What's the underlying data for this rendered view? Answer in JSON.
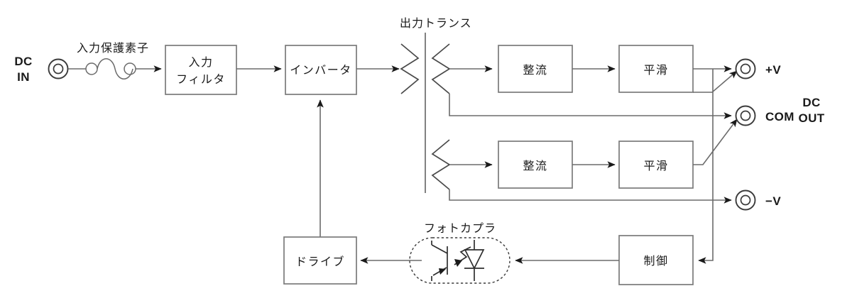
{
  "diagram": {
    "title": "DC-DC converter block diagram",
    "colors": {
      "wire": "#6b6b6b",
      "box_border": "#7a7a7a",
      "text": "#1a1a1a",
      "background": "#ffffff",
      "symbol": "#2e2e2e"
    },
    "input": {
      "terminal_label_line1": "DC",
      "terminal_label_line2": "IN",
      "protection_label": "入力保護素子"
    },
    "transformer": {
      "label": "出力トランス"
    },
    "blocks": {
      "input_filter_line1": "入力",
      "input_filter_line2": "フィルタ",
      "inverter": "インバータ",
      "rectifier_upper": "整流",
      "smoothing_upper": "平滑",
      "rectifier_lower": "整流",
      "smoothing_lower": "平滑",
      "drive": "ドライブ",
      "control": "制御"
    },
    "photocoupler": {
      "label": "フォトカプラ"
    },
    "output": {
      "positive": "+V",
      "common": "COM",
      "negative": "−V",
      "group_label_line1": "DC",
      "group_label_line2": "OUT"
    }
  }
}
